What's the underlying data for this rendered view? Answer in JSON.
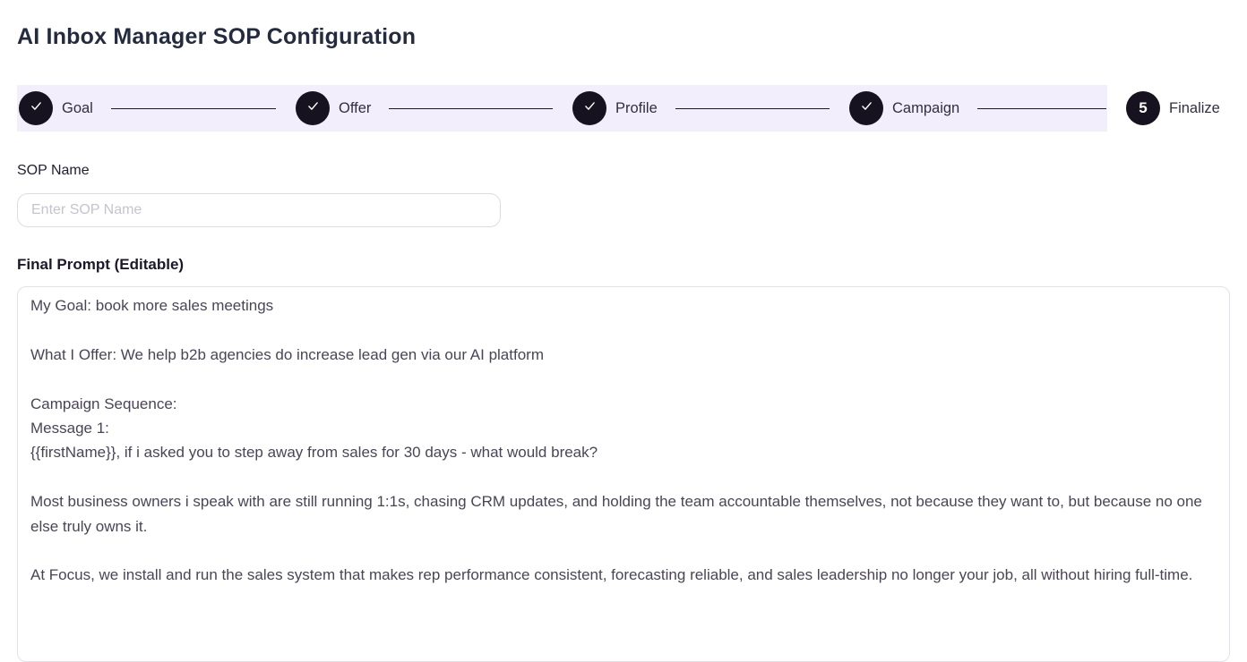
{
  "page": {
    "title": "AI Inbox Manager SOP Configuration"
  },
  "stepper": {
    "steps": [
      {
        "label": "Goal",
        "state": "complete"
      },
      {
        "label": "Offer",
        "state": "complete"
      },
      {
        "label": "Profile",
        "state": "complete"
      },
      {
        "label": "Campaign",
        "state": "complete"
      },
      {
        "label": "Finalize",
        "state": "current",
        "number": "5"
      }
    ]
  },
  "sop_name": {
    "label": "SOP Name",
    "placeholder": "Enter SOP Name",
    "value": ""
  },
  "final_prompt": {
    "label": "Final Prompt (Editable)",
    "value": "My Goal: book more sales meetings\n\nWhat I Offer: We help b2b agencies do increase lead gen via our AI platform\n\nCampaign Sequence:\nMessage 1:\n{{firstName}}, if i asked you to step away from sales for 30 days - what would break?\n\nMost business owners i speak with are still running 1:1s, chasing CRM updates, and holding the team accountable themselves, not because they want to, but because no one else truly owns it.\n\nAt Focus, we install and run the sales system that makes rep performance consistent, forecasting reliable, and sales leadership no longer your job, all without hiring full-time."
  },
  "icons": {
    "step_complete": "check-icon"
  },
  "colors": {
    "stepper_background": "#f2eefb",
    "step_circle": "#171220",
    "connector_line": "#1d1830",
    "title_text": "#242b3e",
    "placeholder_text": "#c6c3cf"
  }
}
